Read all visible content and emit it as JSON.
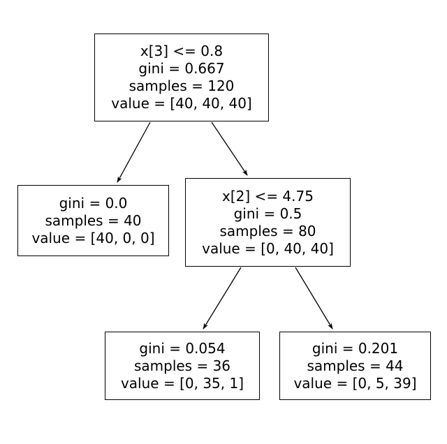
{
  "diagram": {
    "type": "decision-tree",
    "title": "",
    "background_color": "#ffffff",
    "line_color": "#000000",
    "text_color": "#000000",
    "nodes": [
      {
        "id": "root",
        "role": "decision",
        "lines": [
          "x[3] <= 0.8",
          "gini = 0.667",
          "samples = 120",
          "value = [40, 40, 40]"
        ],
        "condition": "x[3] <= 0.8",
        "gini": "0.667",
        "samples": "120",
        "value": "[40, 40, 40]"
      },
      {
        "id": "left-leaf",
        "role": "leaf",
        "lines": [
          "gini = 0.0",
          "samples = 40",
          "value = [40, 0, 0]"
        ],
        "gini": "0.0",
        "samples": "40",
        "value": "[40, 0, 0]"
      },
      {
        "id": "right-inner",
        "role": "decision",
        "lines": [
          "x[2] <= 4.75",
          "gini = 0.5",
          "samples = 80",
          "value = [0, 40, 40]"
        ],
        "condition": "x[2] <= 4.75",
        "gini": "0.5",
        "samples": "80",
        "value": "[0, 40, 40]"
      },
      {
        "id": "leaf-bl",
        "role": "leaf",
        "lines": [
          "gini = 0.054",
          "samples = 36",
          "value = [0, 35, 1]"
        ],
        "gini": "0.054",
        "samples": "36",
        "value": "[0, 35, 1]"
      },
      {
        "id": "leaf-br",
        "role": "leaf",
        "lines": [
          "gini = 0.201",
          "samples = 44",
          "value = [0, 5, 39]"
        ],
        "gini": "0.201",
        "samples": "44",
        "value": "[0, 5, 39]"
      }
    ],
    "edges": [
      {
        "id": "root-to-left",
        "from": "root",
        "to": "left-leaf",
        "branch": "true"
      },
      {
        "id": "root-to-right",
        "from": "root",
        "to": "right-inner",
        "branch": "false"
      },
      {
        "id": "right-inner-to-leaf-bl",
        "from": "right-inner",
        "to": "leaf-bl",
        "branch": "true"
      },
      {
        "id": "right-inner-to-leaf-br",
        "from": "right-inner",
        "to": "leaf-br",
        "branch": "false"
      }
    ]
  }
}
